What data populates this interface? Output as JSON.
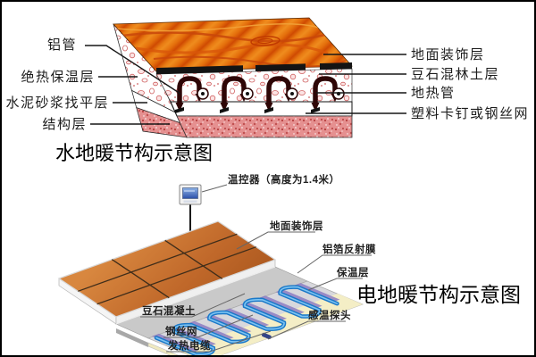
{
  "water_diagram": {
    "title": "水地暖节构示意图",
    "labels_left": [
      "铝管",
      "绝热保温层",
      "水泥砂浆找平层",
      "结构层"
    ],
    "labels_right": [
      "地面装饰层",
      "豆石混林土层",
      "地热管",
      "塑料卡钉或钢丝网"
    ]
  },
  "electric_diagram": {
    "title": "电地暖节构示意图",
    "thermostat_label": "温控器（高度为1.4米）",
    "labels_left": [
      "豆石混凝土",
      "钢丝网",
      "发热电缆"
    ],
    "labels_right": [
      "地面装饰层",
      "铝箔反射膜",
      "保温层",
      "感温探头"
    ]
  },
  "colors": {
    "wood_floor": "#e8720e",
    "wood_grain": "#c8460a",
    "tile": "#c9722f",
    "heating_cable": "#1a78c8",
    "wire_mesh": "#8a7ac2",
    "insulation_cream": "#f4eec6",
    "concrete_gray": "#c9c9c9",
    "structure_pink": "#e59090",
    "pipe_dark": "#2e0606"
  }
}
